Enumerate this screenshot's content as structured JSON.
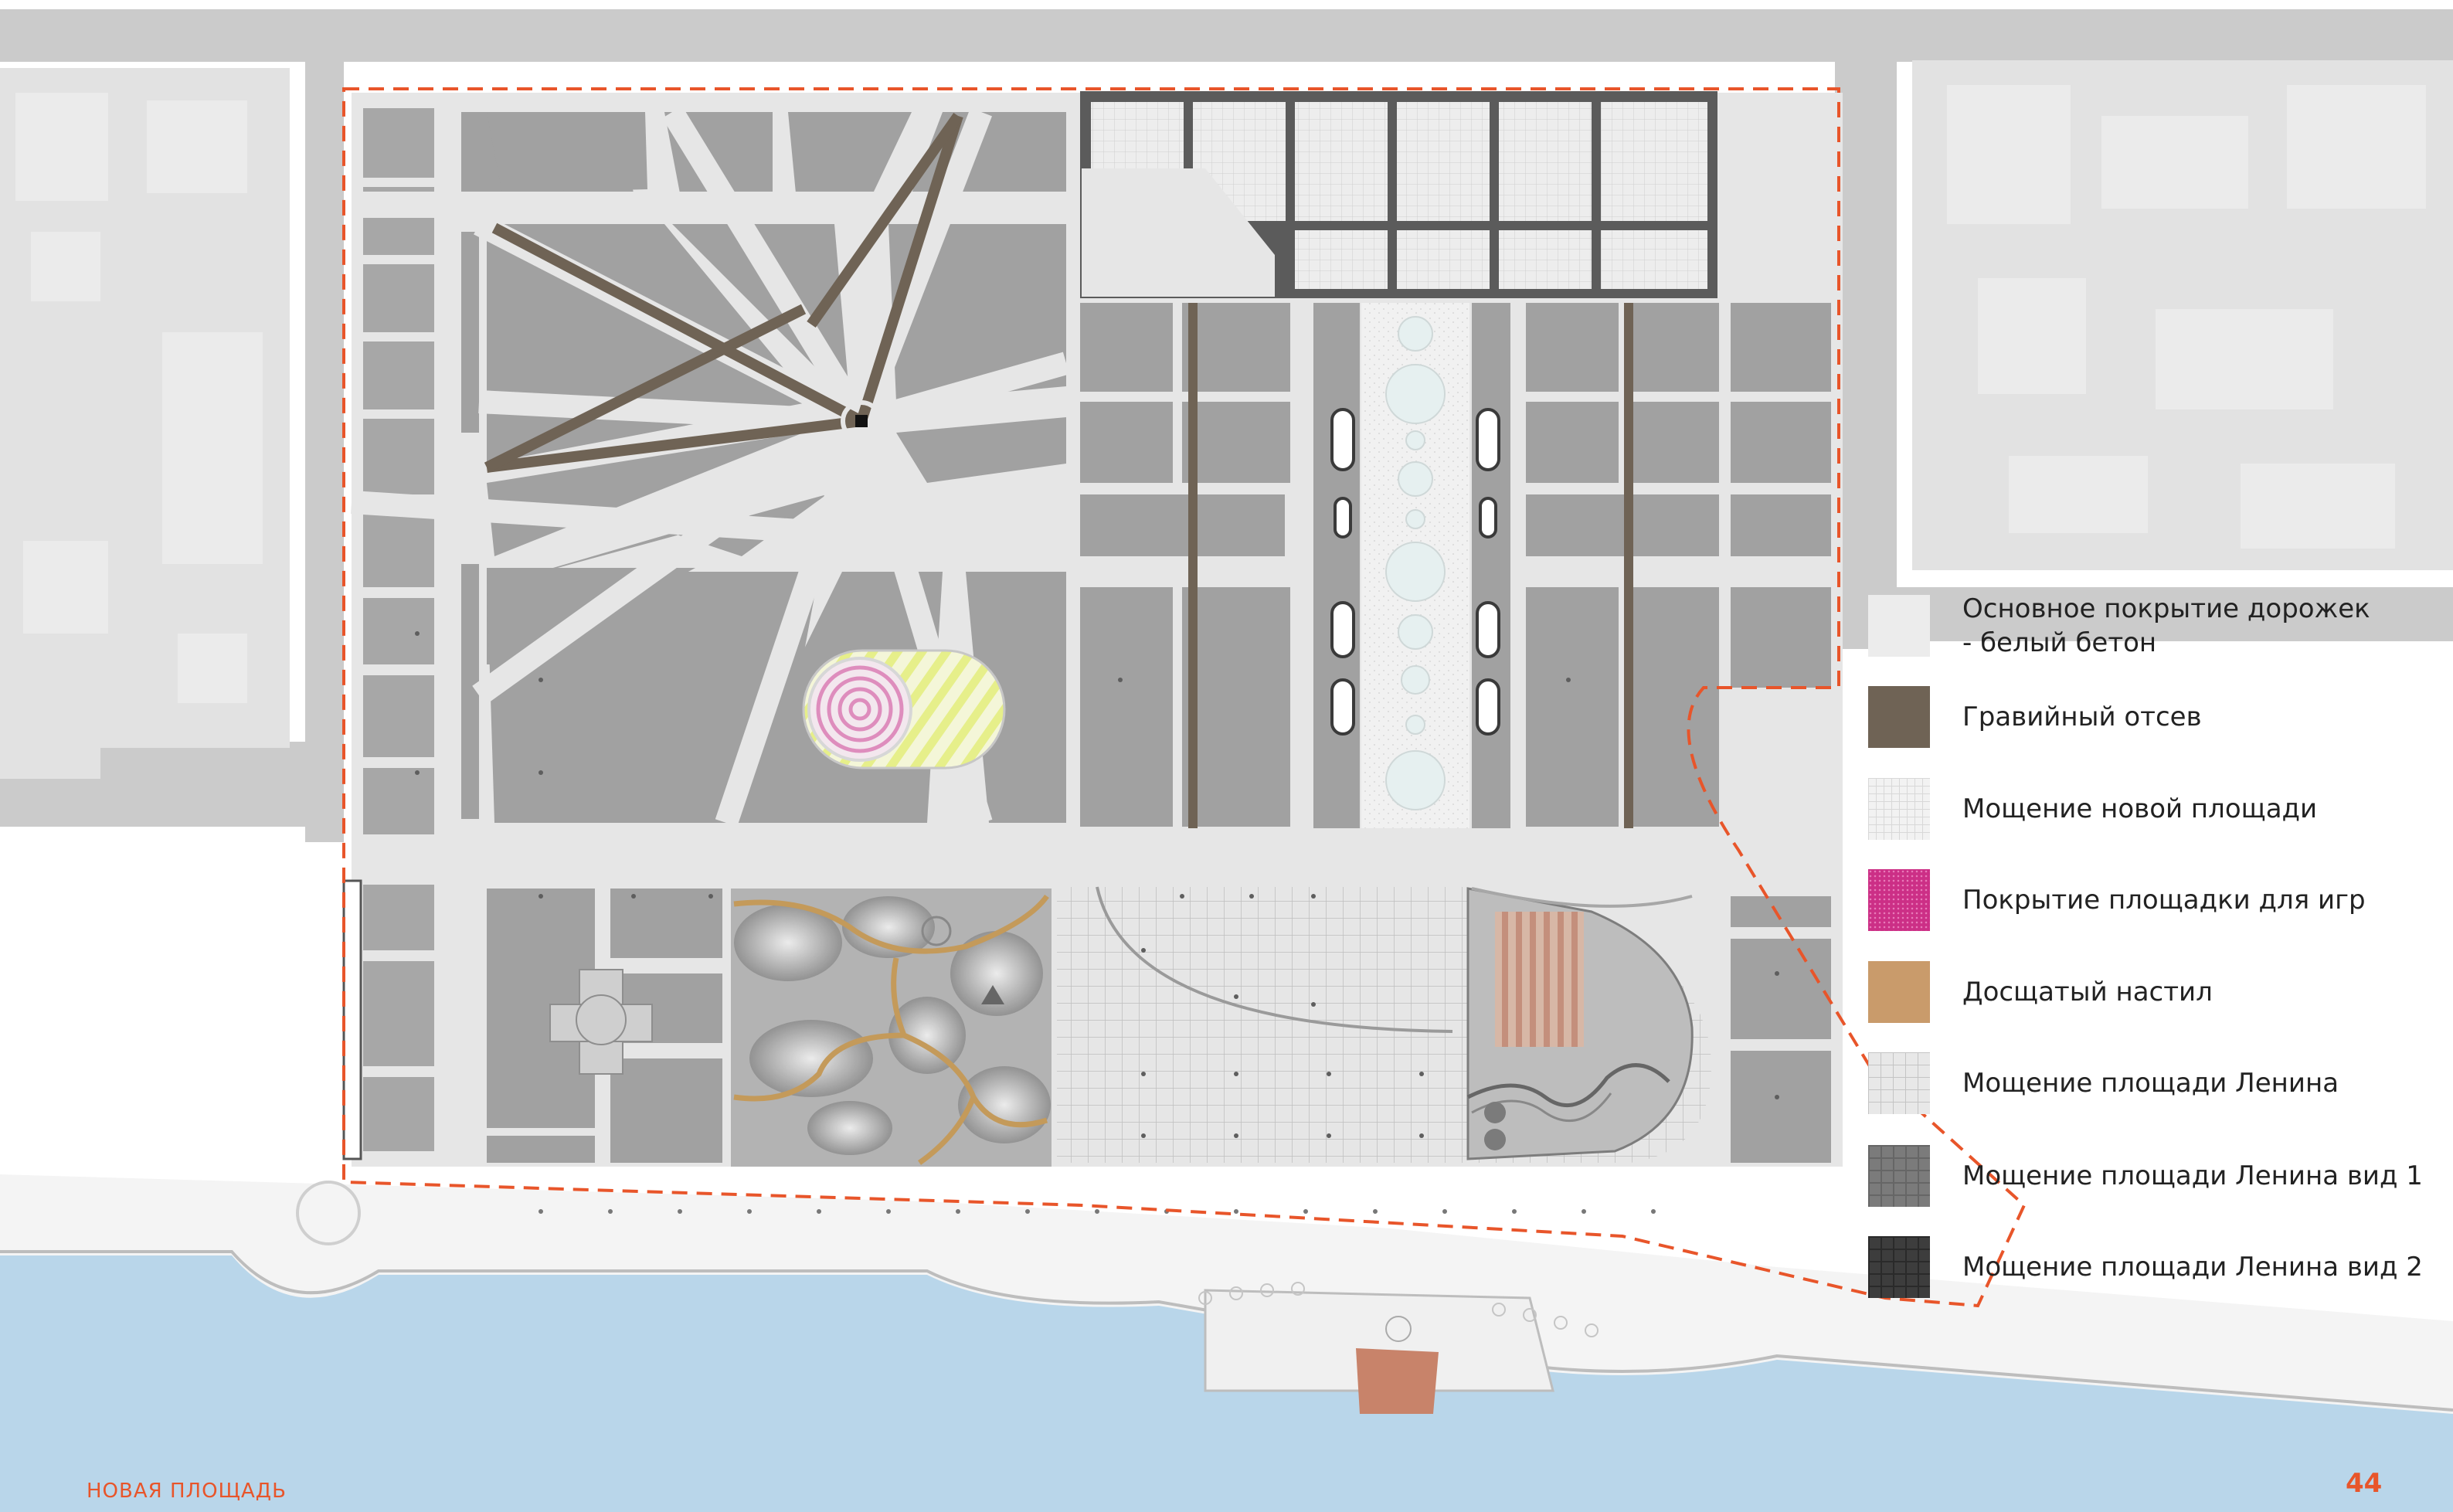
{
  "legend": {
    "items": [
      {
        "label": "Основное покрытие дорожек\n- белый бетон",
        "pattern": "white-concrete",
        "color": "#ececec"
      },
      {
        "label": "Гравийный отсев",
        "pattern": "gravel",
        "color": "#6f6355"
      },
      {
        "label": "Мощение новой площади",
        "pattern": "new-square-paving",
        "color": "#f2f2f2"
      },
      {
        "label": "Покрытие площадки для игр",
        "pattern": "playground",
        "color": "#cc2f86"
      },
      {
        "label": "Досщатый настил",
        "pattern": "boardwalk",
        "color": "#c99b6b"
      },
      {
        "label": "Мощение площади Ленина",
        "pattern": "lenin-square-paving",
        "color": "#e4e4e4"
      },
      {
        "label": "Мощение площади Ленина вид 1",
        "pattern": "lenin-square-paving-1",
        "color": "#7b7b7b"
      },
      {
        "label": "Мощение площади Ленина вид 2",
        "pattern": "lenin-square-paving-2",
        "color": "#3d3d3d"
      }
    ]
  },
  "footer": {
    "title": "НОВАЯ ПЛОЩАДЬ",
    "page_number": "44"
  },
  "colors": {
    "street": "#cbcbcb",
    "building": "#e2e2e2",
    "lawn": "#9f9f9f",
    "path": "#e6e6e6",
    "gravel": "#6f6355",
    "paving_grid": "#5b5b5b",
    "water": "#b9d6ea",
    "accent": "#e8552a",
    "boardwalk": "#c49a5a"
  }
}
